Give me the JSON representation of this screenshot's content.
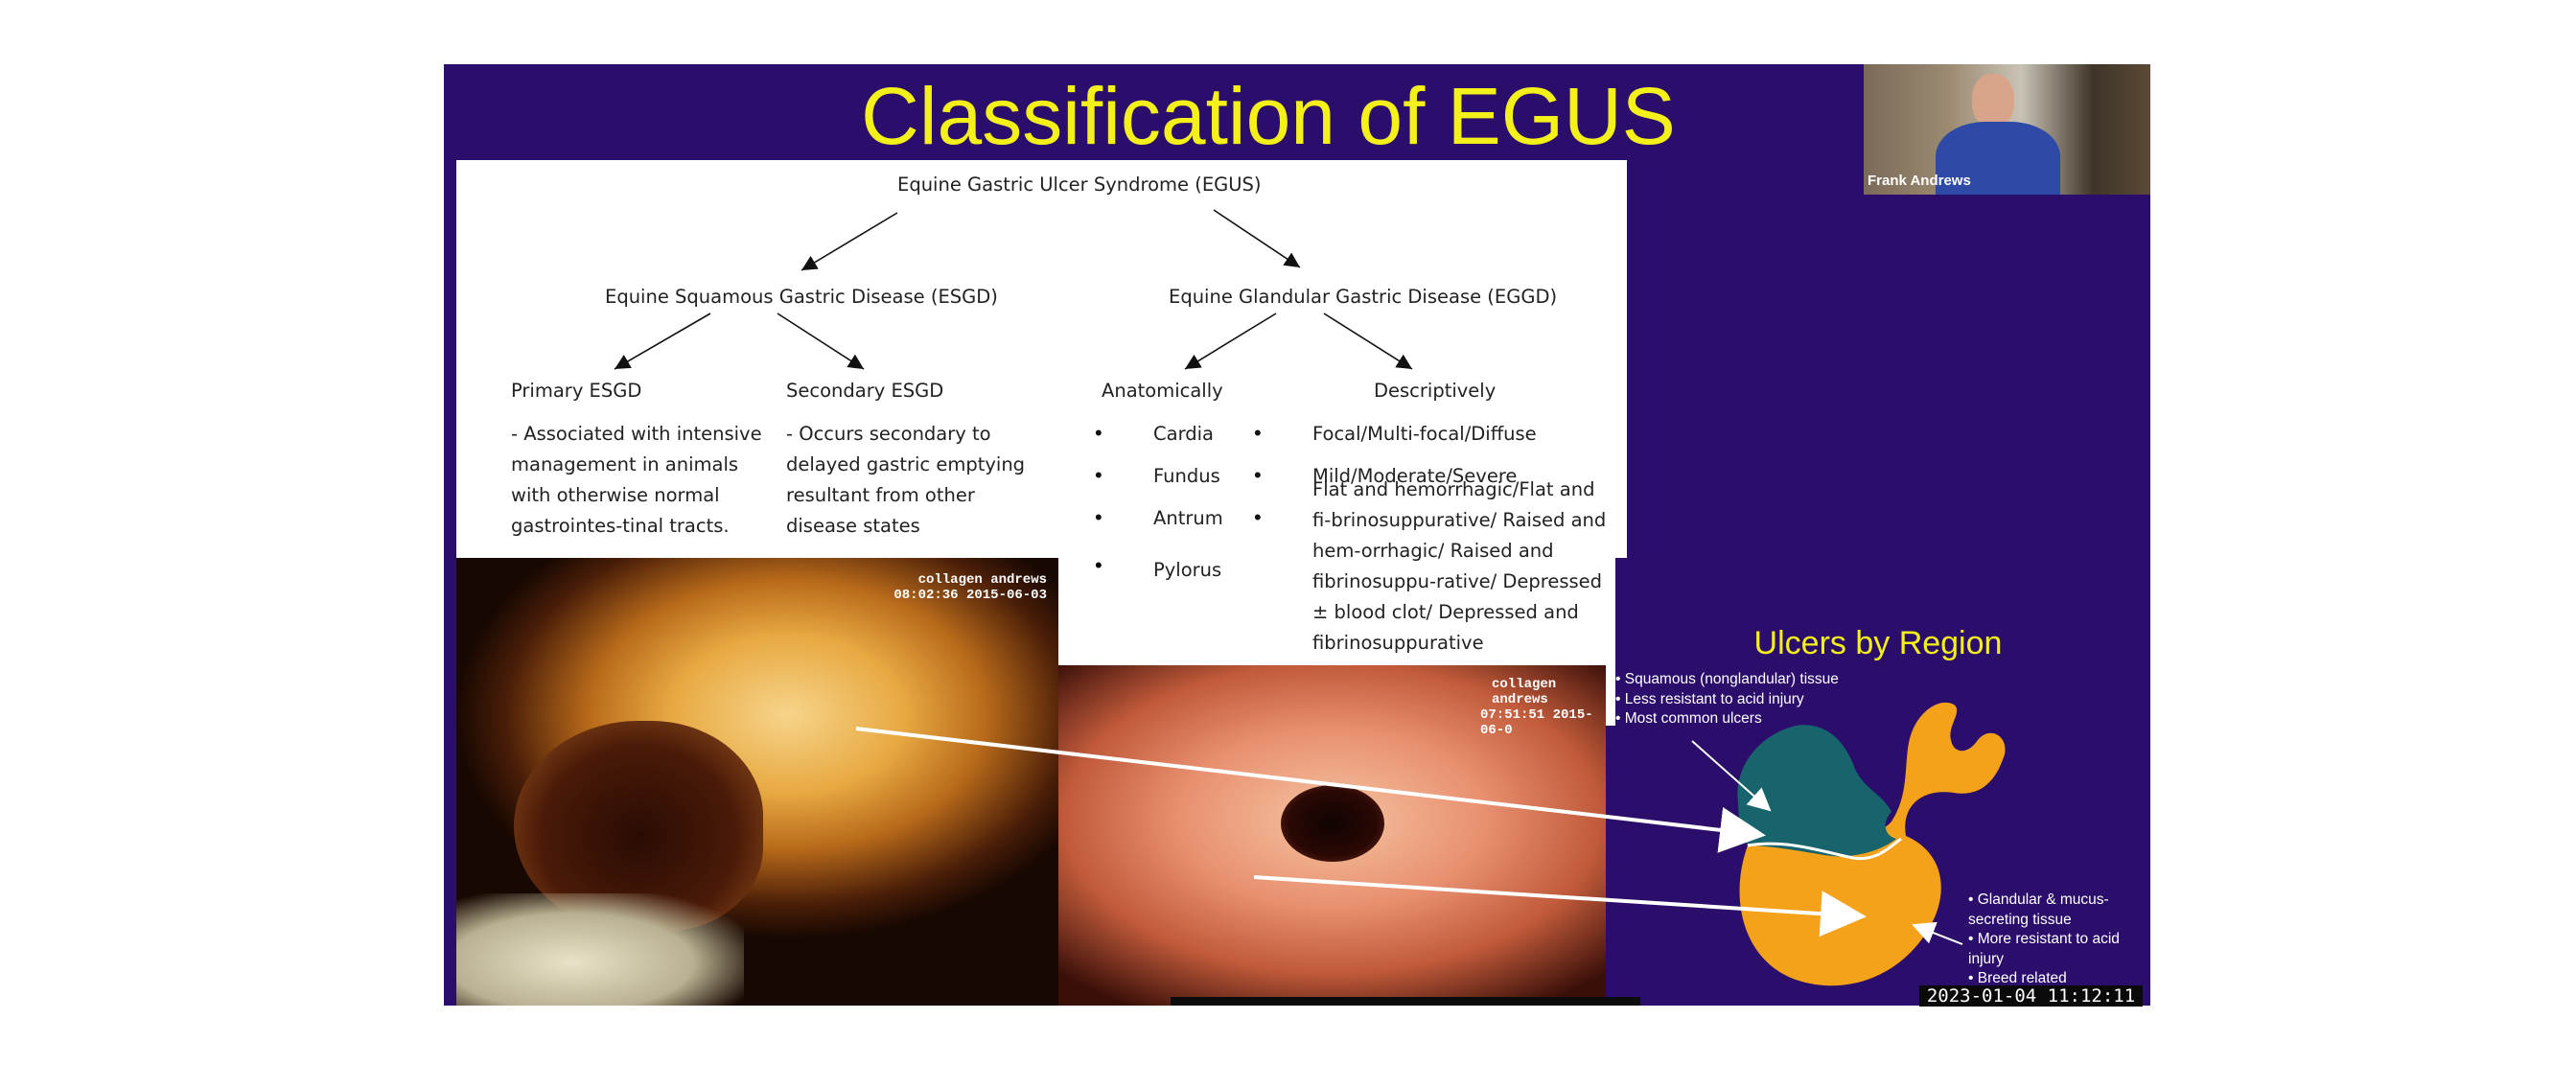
{
  "slide": {
    "title": "Classification of EGUS",
    "root": "Equine Gastric Ulcer Syndrome (EGUS)",
    "esgd": "Equine Squamous Gastric Disease (ESGD)",
    "eggd": "Equine Glandular Gastric Disease (EGGD)",
    "primary": {
      "label": "Primary ESGD",
      "desc": "- Associated with intensive management in animals with otherwise normal gastrointes-tinal tracts."
    },
    "secondary": {
      "label": "Secondary ESGD",
      "desc": "- Occurs secondary to delayed gastric emptying resultant from other disease states"
    },
    "anatomically": {
      "label": "Anatomically",
      "items": [
        "Cardia",
        "Fundus",
        "Antrum",
        "Pylorus"
      ]
    },
    "descriptively": {
      "label": "Descriptively",
      "items": [
        "Focal/Multi-focal/Diffuse",
        "Mild/Moderate/Severe",
        "Flat and hemorrhagic/Flat and fi-brinosuppurative/ Raised and hem-orrhagic/ Raised and fibrinosuppu-rative/ Depressed ± blood clot/ Depressed and fibrinosuppurative"
      ]
    },
    "photo1_overlay": [
      "collagen andrews",
      "08:02:36  2015-06-03"
    ],
    "photo2_overlay": [
      "collagen andrews",
      "07:51:51  2015-06-0"
    ],
    "region": {
      "title": "Ulcers by Region",
      "squamous": [
        "Squamous (nonglandular) tissue",
        "Less resistant to acid injury",
        "Most common ulcers"
      ],
      "glandular": [
        "Glandular & mucus-secreting tissue",
        "More resistant to acid injury",
        "Breed related"
      ]
    },
    "colors": {
      "background": "#2b0d6b",
      "title": "#f4f01a",
      "squamous_region": "#17646c",
      "glandular_region": "#f5a21b"
    }
  },
  "webcam": {
    "name": "Frank Andrews"
  },
  "timestamp": "2023-01-04  11:12:11"
}
